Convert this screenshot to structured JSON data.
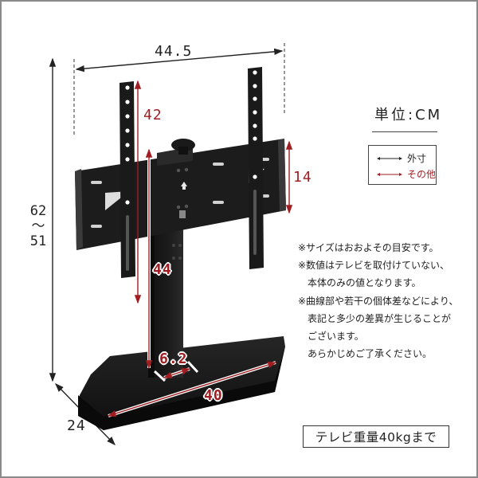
{
  "dimensions": {
    "overall_width": "44.5",
    "height_min": "51",
    "height_max": "62",
    "height_separator": "～",
    "depth": "24",
    "bracket_height": "42",
    "bracket_crossbar": "14",
    "pole_height": "44",
    "pole_width": "6.2",
    "base_width": "40"
  },
  "unit_label": "単位:CM",
  "legend": {
    "items": [
      {
        "label": "外寸",
        "color": "#222222"
      },
      {
        "label": "その他",
        "color": "#a01e22"
      }
    ]
  },
  "notes": [
    {
      "text": "※サイズはおおよその目安です。",
      "indent": false
    },
    {
      "text": "※数値はテレビを取付けていない、",
      "indent": false
    },
    {
      "text": "本体のみの値となります。",
      "indent": true
    },
    {
      "text": "※曲線部や若干の個体差などにより、",
      "indent": false
    },
    {
      "text": "表記と多少の差異が生じることが",
      "indent": true
    },
    {
      "text": "ございます。",
      "indent": true
    },
    {
      "text": "あらかじめご了承ください。",
      "indent": true
    }
  ],
  "capacity_label": "テレビ重量40kgまで",
  "colors": {
    "accent_red": "#a01e22",
    "outline_black": "#222222",
    "frame_border": "#8a8a8a",
    "product_black": "#1a1a1a"
  }
}
